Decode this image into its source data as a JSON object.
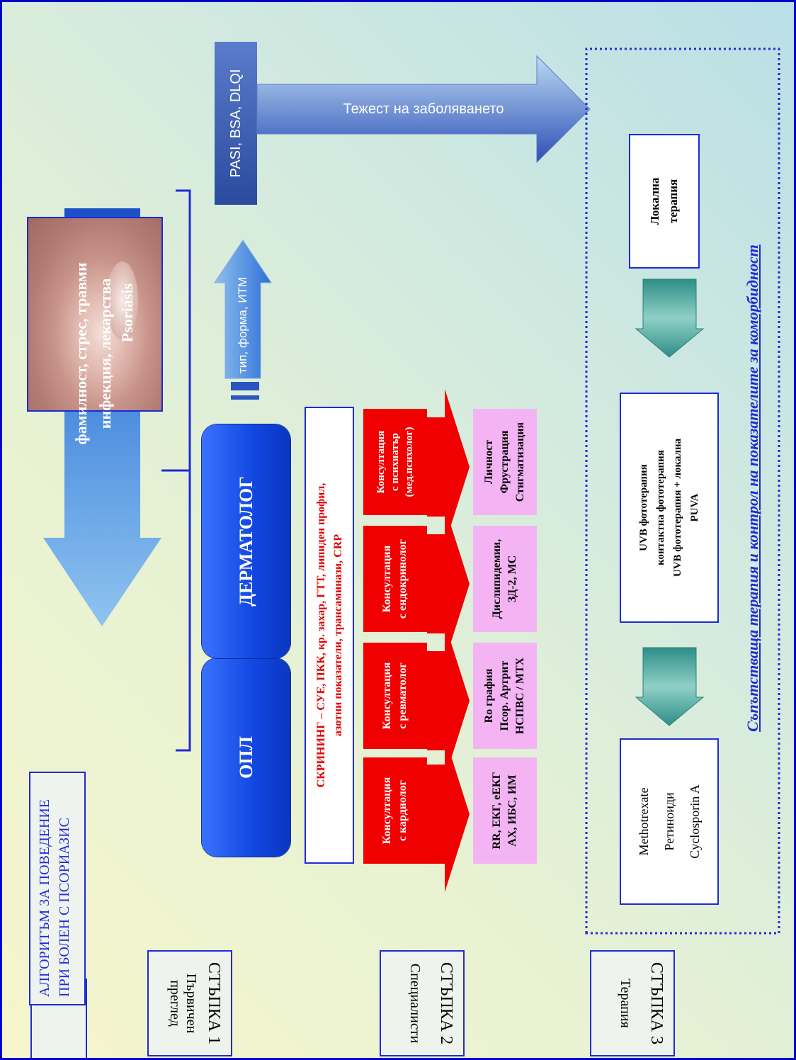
{
  "title": {
    "line1": "АЛГОРИТЪМ ЗА ПОВЕДЕНИЕ",
    "line2": "ПРИ БОЛЕН С ПСОРИАЗИС"
  },
  "steps": [
    {
      "label": "СТЪПКА 1",
      "sub": "Първичен преглед"
    },
    {
      "label": "СТЪПКА 2",
      "sub": "Специалисти"
    },
    {
      "label": "СТЪПКА 3",
      "sub": "Терапия"
    }
  ],
  "photo_label": "Psoriasis",
  "triggers": {
    "line1": "фамилност, стрес, травми",
    "line2": "инфекция, лекарства"
  },
  "opl": "ОПЛ",
  "dermatologist": "ДЕРМАТОЛОГ",
  "type_arrow": "тип, форма, ИТМ",
  "scores": "PASI, BSA, DLQI",
  "severity_arrow": "Тежест на заболяването",
  "screening": {
    "line1": "СКРИНИНГ – СУЕ, ПКК, кр. захар, ГТТ, липиден профил,",
    "line2": "азотни показатели, трансаминази, CRP"
  },
  "consultations": [
    {
      "line1": "Консултация",
      "line2": "с кардиолог",
      "line3": "",
      "outcomes": [
        "RR, ЕКГ, еЕКГ",
        "АХ, ИБС, ИМ",
        ""
      ]
    },
    {
      "line1": "Консултация",
      "line2": "с ревматолог",
      "line3": "",
      "outcomes": [
        "Ro графия",
        "Псор. Артрит",
        "НСПВС / MTX"
      ]
    },
    {
      "line1": "Консултация",
      "line2": "с ендокринолог",
      "line3": "",
      "outcomes": [
        "Дислипидемии,",
        "ЗД-2, МС",
        ""
      ]
    },
    {
      "line1": "Консултация",
      "line2": "с психиатър",
      "line3": "(мед.психолог)",
      "outcomes": [
        "Личност",
        "Фрустрация",
        "Стигматизация"
      ]
    }
  ],
  "therapy": {
    "local": {
      "line1": "Локална",
      "line2": "терапия"
    },
    "photo": {
      "line1": "UVB фототерапия",
      "line2": "контактна фототерапия",
      "line3": "UVB фототерапия + локална",
      "line4": "PUVA"
    },
    "systemic": {
      "line1": "Methotrexate",
      "line2": "Ретиноиди",
      "line3": "Cyclosporin A"
    },
    "footer": "Съпътстваща терапия и контрол на показателите за коморбидност"
  },
  "colors": {
    "accent_blue": "#1046e0",
    "red": "#f00000",
    "pink": "#f4b4f4",
    "border_blue": "#1f2bd6"
  }
}
